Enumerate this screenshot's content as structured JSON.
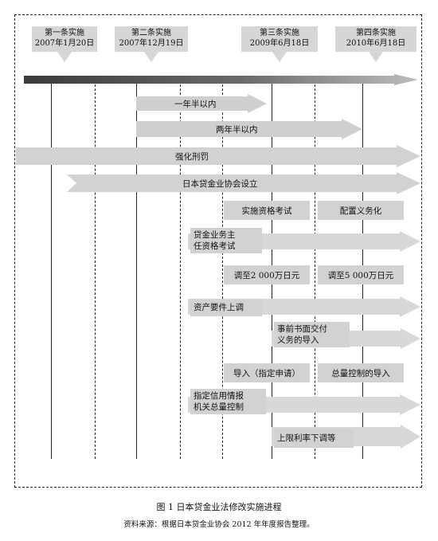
{
  "milestones": [
    {
      "line1": "第一条实施",
      "line2": "2007年1月20日"
    },
    {
      "line1": "第二条实施",
      "line2": "2007年12月19日"
    },
    {
      "line1": "第三条实施",
      "line2": "2009年6月18日"
    },
    {
      "line1": "第四条实施",
      "line2": "2010年6月18日"
    }
  ],
  "rows": {
    "within_1_5_years": "一年半以内",
    "within_2_5_years": "两年半以内",
    "stronger_penalties": "强化刑罚",
    "association": "日本贷金业协会设立",
    "exam": "实施资格考试",
    "placement_duty": "配置义务化",
    "chief_exam_line1": "贷金业务主",
    "chief_exam_line2": "任资格考试",
    "adjust_20m": "调至2 000万日元",
    "adjust_50m": "调至5 000万日元",
    "asset_req": "资产要件上调",
    "prior_doc_line1": "事前书面交付",
    "prior_doc_line2": "义务的导入",
    "introduce_designated": "导入（指定申请）",
    "total_control": "总量控制的导入",
    "credit_agency_line1": "指定信用情报",
    "credit_agency_line2": "机关总量控制",
    "rate_cap": "上限利率下调等"
  },
  "caption": "图 1    日本贷金业法修改实施进程",
  "source": "资料来源：根据日本贷金业协会 2012 年年度报告整理。"
}
